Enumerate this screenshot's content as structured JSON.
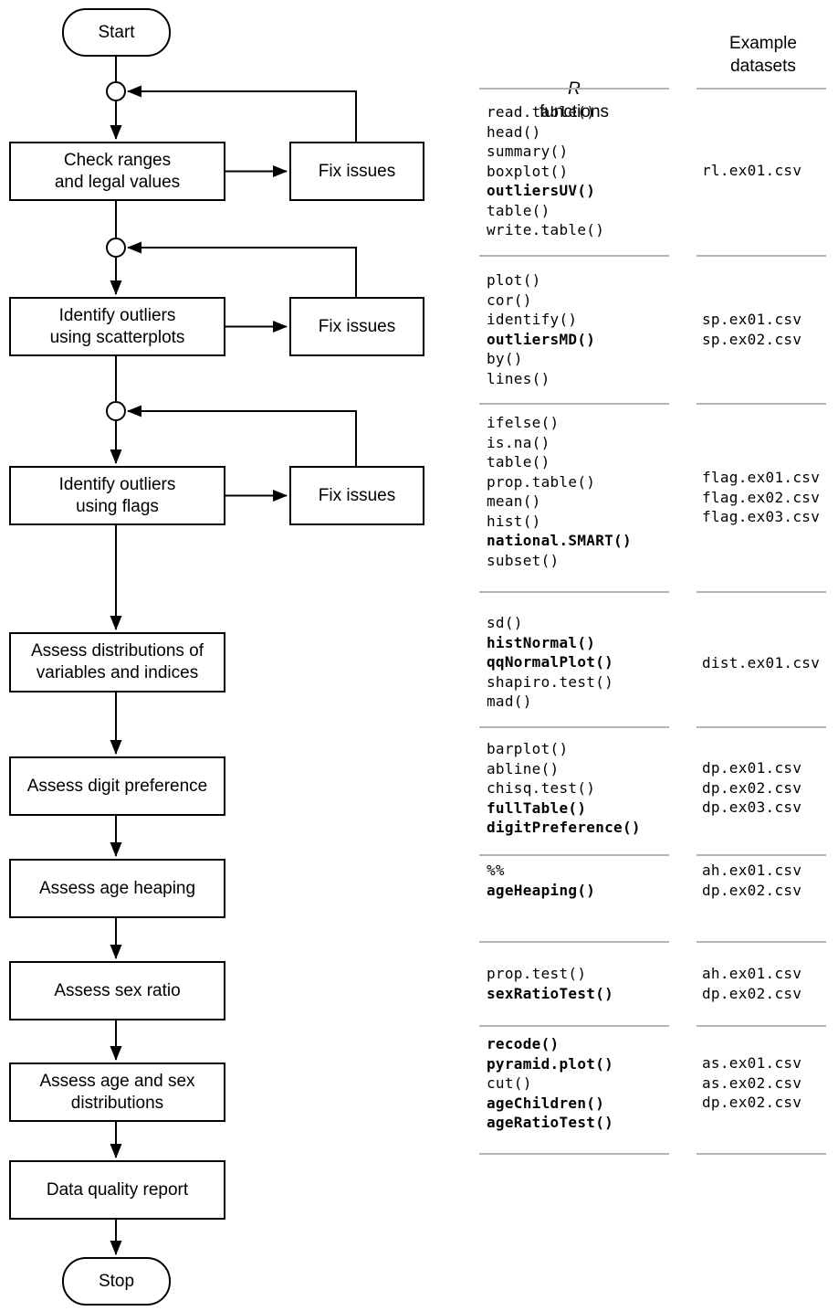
{
  "flowchart": {
    "start_label": "Start",
    "stop_label": "Stop",
    "fix_label": "Fix issues",
    "steps": [
      {
        "label": "Check ranges\nand legal values"
      },
      {
        "label": "Identify outliers\nusing scatterplots"
      },
      {
        "label": "Identify outliers\nusing flags"
      },
      {
        "label": "Assess distributions of\nvariables and indices"
      },
      {
        "label": "Assess digit preference"
      },
      {
        "label": "Assess age heaping"
      },
      {
        "label": "Assess sex ratio"
      },
      {
        "label": "Assess age and sex\ndistributions"
      },
      {
        "label": "Data quality report"
      }
    ]
  },
  "table": {
    "functions_header": {
      "r": "R",
      "rest": "functions"
    },
    "datasets_header": "Example\ndatasets",
    "blocks": [
      {
        "functions": [
          {
            "text": "read.table()",
            "bold": false
          },
          {
            "text": "head()",
            "bold": false
          },
          {
            "text": "summary()",
            "bold": false
          },
          {
            "text": "boxplot()",
            "bold": false
          },
          {
            "text": "outliersUV()",
            "bold": true
          },
          {
            "text": "table()",
            "bold": false
          },
          {
            "text": "write.table()",
            "bold": false
          }
        ],
        "datasets": [
          "rl.ex01.csv"
        ]
      },
      {
        "functions": [
          {
            "text": "plot()",
            "bold": false
          },
          {
            "text": "cor()",
            "bold": false
          },
          {
            "text": "identify()",
            "bold": false
          },
          {
            "text": "outliersMD()",
            "bold": true
          },
          {
            "text": "by()",
            "bold": false
          },
          {
            "text": "lines()",
            "bold": false
          }
        ],
        "datasets": [
          "sp.ex01.csv",
          "sp.ex02.csv"
        ]
      },
      {
        "functions": [
          {
            "text": "ifelse()",
            "bold": false
          },
          {
            "text": "is.na()",
            "bold": false
          },
          {
            "text": "table()",
            "bold": false
          },
          {
            "text": "prop.table()",
            "bold": false
          },
          {
            "text": "mean()",
            "bold": false
          },
          {
            "text": "hist()",
            "bold": false
          },
          {
            "text": "national.SMART()",
            "bold": true
          },
          {
            "text": "subset()",
            "bold": false
          }
        ],
        "datasets": [
          "flag.ex01.csv",
          "flag.ex02.csv",
          "flag.ex03.csv"
        ]
      },
      {
        "functions": [
          {
            "text": "sd()",
            "bold": false
          },
          {
            "text": "histNormal()",
            "bold": true
          },
          {
            "text": "qqNormalPlot()",
            "bold": true
          },
          {
            "text": "shapiro.test()",
            "bold": false
          },
          {
            "text": "mad()",
            "bold": false
          }
        ],
        "datasets": [
          "dist.ex01.csv"
        ]
      },
      {
        "functions": [
          {
            "text": "barplot()",
            "bold": false
          },
          {
            "text": "abline()",
            "bold": false
          },
          {
            "text": "chisq.test()",
            "bold": false
          },
          {
            "text": "fullTable()",
            "bold": true
          },
          {
            "text": "digitPreference()",
            "bold": true
          }
        ],
        "datasets": [
          "dp.ex01.csv",
          "dp.ex02.csv",
          "dp.ex03.csv"
        ]
      },
      {
        "functions": [
          {
            "text": "%%",
            "bold": false
          },
          {
            "text": "ageHeaping()",
            "bold": true
          }
        ],
        "datasets": [
          "ah.ex01.csv",
          "dp.ex02.csv"
        ]
      },
      {
        "functions": [
          {
            "text": "prop.test()",
            "bold": false
          },
          {
            "text": "sexRatioTest()",
            "bold": true
          }
        ],
        "datasets": [
          "ah.ex01.csv",
          "dp.ex02.csv"
        ]
      },
      {
        "functions": [
          {
            "text": "recode()",
            "bold": true
          },
          {
            "text": "pyramid.plot()",
            "bold": true
          },
          {
            "text": "cut()",
            "bold": false
          },
          {
            "text": "ageChildren()",
            "bold": true
          },
          {
            "text": "ageRatioTest()",
            "bold": true
          }
        ],
        "datasets": [
          "as.ex01.csv",
          "as.ex02.csv",
          "dp.ex02.csv"
        ]
      }
    ]
  },
  "colors": {
    "line": "#000000",
    "rule": "#b3b3b3",
    "background": "#ffffff"
  }
}
